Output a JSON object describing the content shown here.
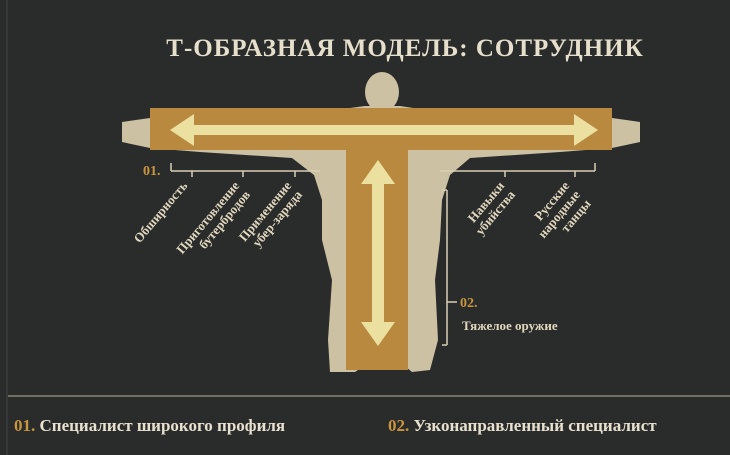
{
  "title": "Т-ОБРАЗНАЯ МОДЕЛЬ: СОТРУДНИК",
  "colors": {
    "background": "#2a2c2b",
    "figure": "#cdc1a3",
    "bar": "#b8893f",
    "arrow": "#ebe09f",
    "accent": "#c9963e",
    "text": "#e2d8bf"
  },
  "breadth": {
    "number": "01.",
    "skills_left": [
      [
        "Обширность"
      ],
      [
        "Приготовление",
        "бутербродов"
      ],
      [
        "Применение",
        "убер-заряда"
      ]
    ],
    "skills_right": [
      [
        "Навыки",
        "убийства"
      ],
      [
        "Русские",
        "народные",
        "танцы"
      ]
    ]
  },
  "depth": {
    "number": "02.",
    "skill": "Тяжелое оружие"
  },
  "legend": [
    {
      "number": "01.",
      "label": "Специалист широкого профиля"
    },
    {
      "number": "02.",
      "label": "Узконаправленный специалист"
    }
  ]
}
